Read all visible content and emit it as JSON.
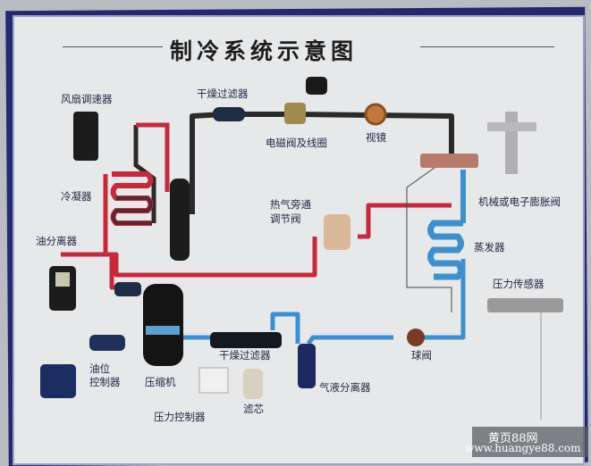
{
  "title": "制冷系统示意图",
  "colors": {
    "board_frame": "#24286e",
    "panel": "#e6e8ea",
    "hot_pipe": "#c8283c",
    "cold_pipe": "#3d8fce",
    "liquid_pipe": "#2a2a2a",
    "label_text": "#232845"
  },
  "components": {
    "fan_speed_controller": "风扇调速器",
    "condenser": "冷凝器",
    "oil_separator": "油分离器",
    "drier_filter_top": "干燥过滤器",
    "solenoid_valve_coil": "电磁阀及线圈",
    "sight_glass": "视镜",
    "hot_gas_bypass_valve": "热气旁通\n调节阀",
    "hot_gas_bypass_line1": "热气旁通",
    "hot_gas_bypass_line2": "调节阀",
    "expansion_valve": "机械或电子膨胀阀",
    "evaporator": "蒸发器",
    "pressure_sensor": "压力传感器",
    "oil_level_controller_line1": "油位",
    "oil_level_controller_line2": "控制器",
    "compressor": "压缩机",
    "drier_filter_bottom": "干燥过滤器",
    "pressure_controller": "压力控制器",
    "filter_core": "滤芯",
    "gas_liquid_separator": "气液分离器",
    "ball_valve": "球阀"
  },
  "watermark": {
    "line1": "黄页88网",
    "line2": "www.huangye88.com"
  }
}
